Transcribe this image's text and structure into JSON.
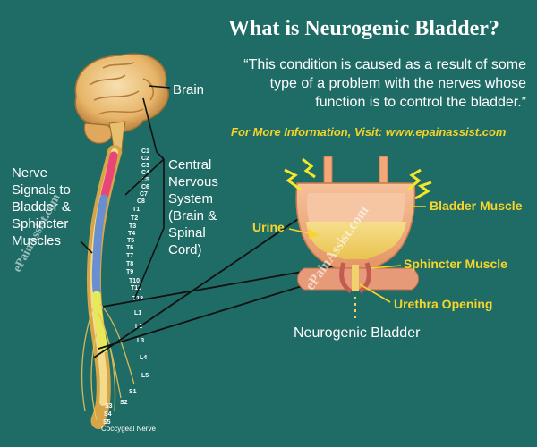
{
  "title": "What is Neurogenic Bladder?",
  "quote": "“This condition is caused as a result of some type of a problem with the nerves whose function is to control the bladder.”",
  "more_info": "For More Information, Visit: www.epainassist.com",
  "labels": {
    "brain": "Brain",
    "cns": "Central Nervous System (Brain & Spinal Cord)",
    "nerve_signals": "Nerve Signals to Bladder & Sphincter Muscles",
    "urine": "Urine",
    "bladder_muscle": "Bladder Muscle",
    "sphincter_muscle": "Sphincter Muscle",
    "urethra_opening": "Urethra Opening",
    "caption": "Neurogenic Bladder",
    "coccygeal": "Coccygeal Nerve"
  },
  "vertebrae": [
    "C1",
    "C2",
    "C3",
    "C4",
    "C5",
    "C6",
    "C7",
    "C8",
    "T1",
    "T2",
    "T3",
    "T4",
    "T5",
    "T6",
    "T7",
    "T8",
    "T9",
    "T10",
    "T11",
    "T12",
    "L1",
    "L2",
    "L3",
    "L4",
    "L5",
    "S1",
    "S2",
    "S3",
    "S4",
    "S5"
  ],
  "watermarks": [
    "ePainAssist.com",
    "ePainAssist.com"
  ],
  "colors": {
    "background": "#1f6b66",
    "accent_yellow": "#f6d52c",
    "bladder_wall": "#f0a978",
    "urine": "#f1d36b"
  }
}
